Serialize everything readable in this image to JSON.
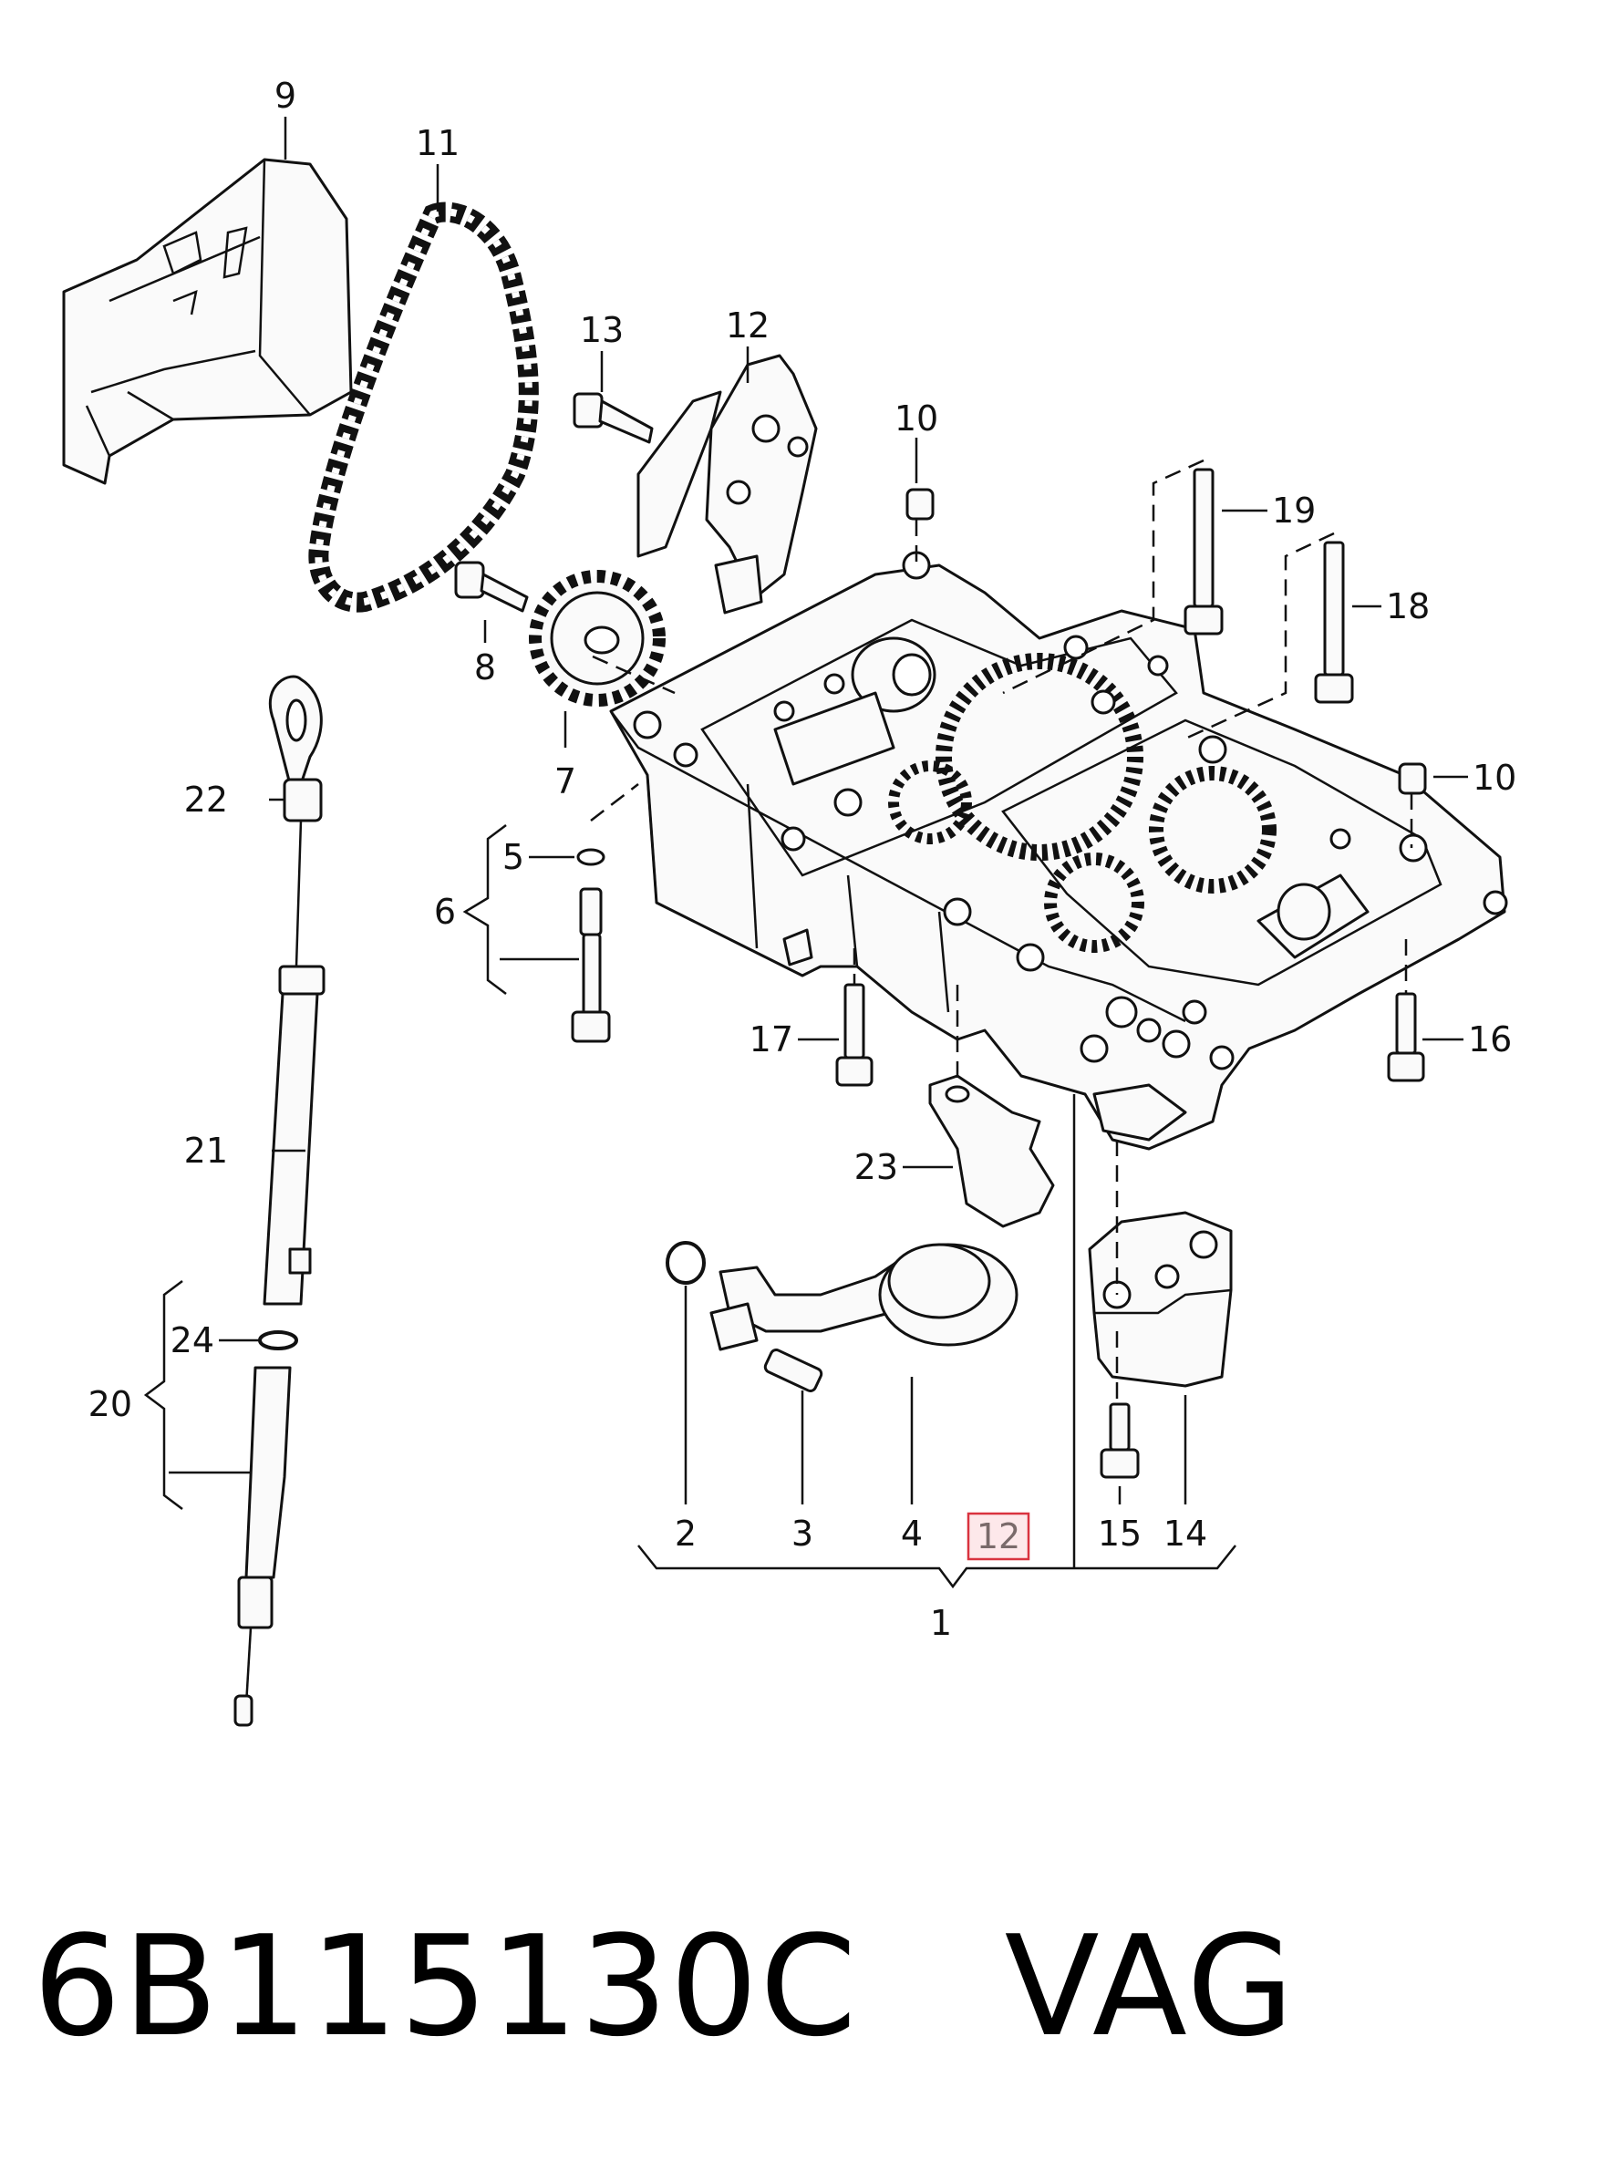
{
  "footer": {
    "part_number": "6B115130C",
    "brand": "VAG"
  },
  "callouts": {
    "c1": "1",
    "c2": "2",
    "c3": "3",
    "c4": "4",
    "c5": "5",
    "c6": "6",
    "c7": "7",
    "c8": "8",
    "c9": "9",
    "c10a": "10",
    "c10b": "10",
    "c11": "11",
    "c12": "12",
    "c12_highlight": "12",
    "c13": "13",
    "c14": "14",
    "c15": "15",
    "c16": "16",
    "c17": "17",
    "c18": "18",
    "c19": "19",
    "c20": "20",
    "c21": "21",
    "c22": "22",
    "c23": "23",
    "c24": "24"
  },
  "colors": {
    "highlight_border": "#d9333f",
    "highlight_fill": "#fde8ea"
  }
}
